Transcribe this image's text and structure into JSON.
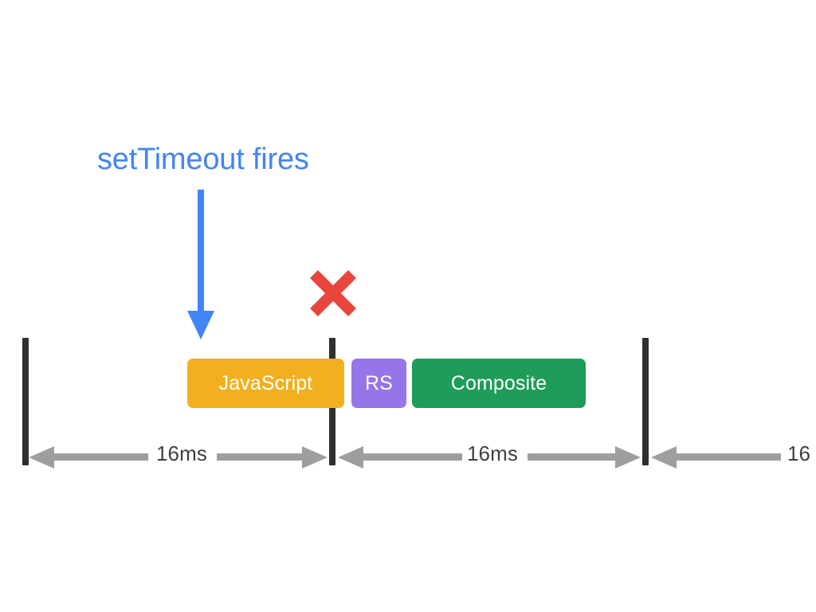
{
  "diagram": {
    "title": "setTimeout frame-budget timeline",
    "background": "#ffffff",
    "annotation": {
      "text": "setTimeout fires",
      "color": "#4285f4",
      "arrow_icon": "down-arrow-icon",
      "arrow_color": "#4285f4"
    },
    "missed_frame_marker": {
      "icon": "red-x-icon",
      "color": "#e8453c",
      "meaning": "frame deadline missed"
    },
    "frame_boundaries": [
      {
        "name": "frame-boundary-1",
        "color": "#303030"
      },
      {
        "name": "frame-boundary-2",
        "color": "#303030"
      },
      {
        "name": "frame-boundary-3",
        "color": "#303030"
      }
    ],
    "tasks": [
      {
        "label": "JavaScript",
        "color": "#f2b01e",
        "text_color": "#ffffff"
      },
      {
        "label": "RS",
        "color": "#9575e8",
        "text_color": "#ffffff"
      },
      {
        "label": "Composite",
        "color": "#1e9d58",
        "text_color": "#ffffff"
      }
    ],
    "intervals": [
      {
        "label": "16ms",
        "arrow_color": "#9e9e9e",
        "text_color": "#3c4043",
        "arrows": "both"
      },
      {
        "label": "16ms",
        "arrow_color": "#9e9e9e",
        "text_color": "#3c4043",
        "arrows": "both"
      },
      {
        "label": "16",
        "arrow_color": "#9e9e9e",
        "text_color": "#3c4043",
        "arrows": "left",
        "truncated": true
      }
    ]
  }
}
